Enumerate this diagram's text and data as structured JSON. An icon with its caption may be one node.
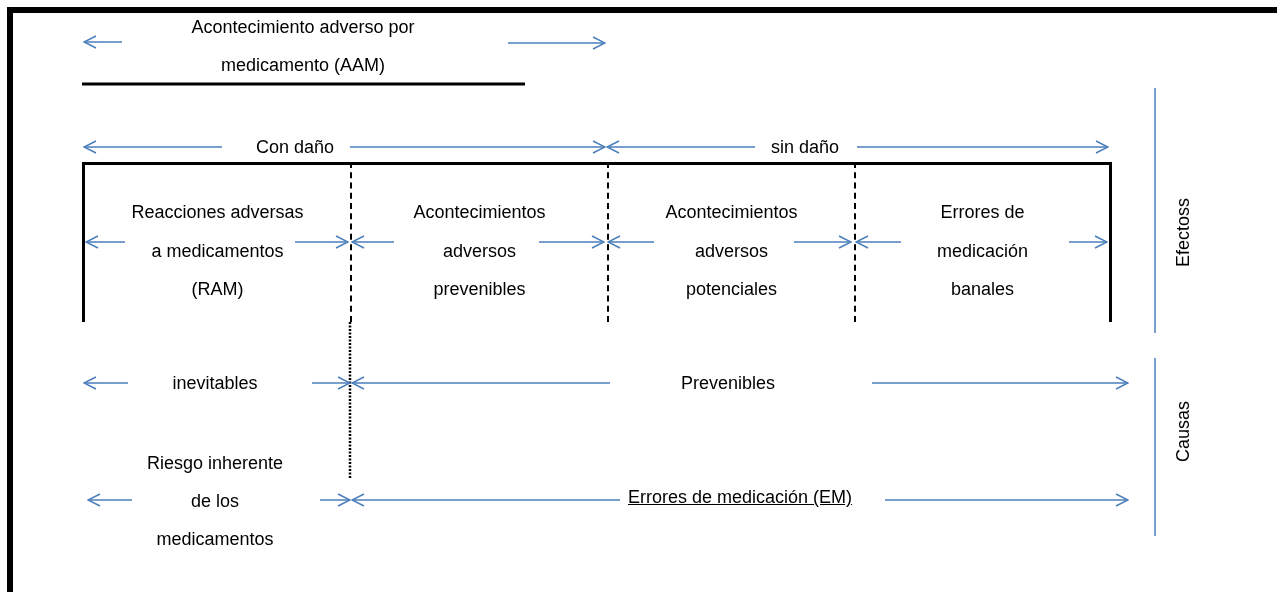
{
  "diagram": {
    "nodes": [
      {
        "text": [
          "Reacciones adversas a medicamentos (RAM)"
        ]
      },
      {
        "text": [
          "Acontecimientos adversos prevenibles"
        ]
      },
      {
        "text": [
          "Acontecimientos adversos potenciales"
        ]
      },
      {
        "text": [
          "Errores de medicación banales"
        ]
      }
    ],
    "edges": [],
    "labels": [
      "Acontecimiento adverso por medicamento (AAM)",
      "Con daño",
      "sin daño",
      "Efectoss",
      "inevitables",
      "Prevenibles",
      "Riesgo inherente de los medicamentos",
      "Errores de medicación (EM)",
      "Causas"
    ]
  }
}
